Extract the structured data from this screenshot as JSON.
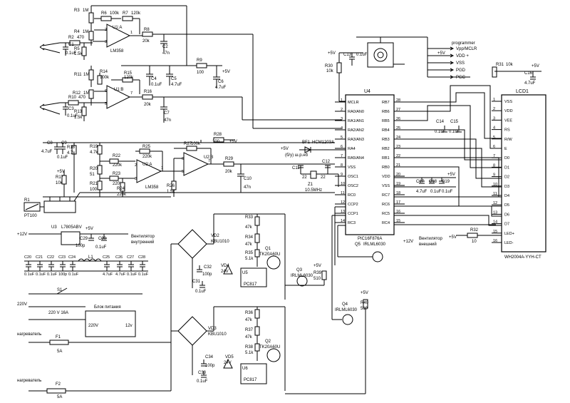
{
  "ic_u4": {
    "name": "U4",
    "part": "PIC16F876A",
    "left_pins": [
      {
        "n": "1",
        "label": "MCLR"
      },
      {
        "n": "2",
        "label": "RA0/AN0"
      },
      {
        "n": "3",
        "label": "RA1/AN1"
      },
      {
        "n": "4",
        "label": "RA2/AN2"
      },
      {
        "n": "5",
        "label": "RA3/AN3"
      },
      {
        "n": "6",
        "label": "RA4"
      },
      {
        "n": "7",
        "label": "RA5/AN4"
      },
      {
        "n": "8",
        "label": "VSS"
      },
      {
        "n": "9",
        "label": "OSC1"
      },
      {
        "n": "10",
        "label": "OSC2"
      },
      {
        "n": "11",
        "label": "RC0"
      },
      {
        "n": "12",
        "label": "CCP2"
      },
      {
        "n": "13",
        "label": "CCP1"
      },
      {
        "n": "14",
        "label": "RC3"
      }
    ],
    "right_pins": [
      {
        "n": "28",
        "label": "RB7"
      },
      {
        "n": "27",
        "label": "RB6"
      },
      {
        "n": "26",
        "label": "RB5"
      },
      {
        "n": "25",
        "label": "RB4"
      },
      {
        "n": "24",
        "label": "RB3"
      },
      {
        "n": "23",
        "label": "RB2"
      },
      {
        "n": "22",
        "label": "RB1"
      },
      {
        "n": "21",
        "label": "RB0"
      },
      {
        "n": "20",
        "label": "VDD"
      },
      {
        "n": "19",
        "label": "VSS"
      },
      {
        "n": "18",
        "label": "RC7"
      },
      {
        "n": "17",
        "label": "RC6"
      },
      {
        "n": "16",
        "label": "RC5"
      },
      {
        "n": "15",
        "label": "RC4"
      }
    ]
  },
  "lcd1": {
    "name": "LCD1",
    "part": "WH2004A-YYH-CT",
    "pins": [
      {
        "n": "1",
        "label": "VSS"
      },
      {
        "n": "2",
        "label": "VDD"
      },
      {
        "n": "3",
        "label": "VEE"
      },
      {
        "n": "4",
        "label": "RS"
      },
      {
        "n": "5",
        "label": "R/W"
      },
      {
        "n": "6",
        "label": "E"
      },
      {
        "n": "7",
        "label": "D0"
      },
      {
        "n": "8",
        "label": "D1"
      },
      {
        "n": "9",
        "label": "D2"
      },
      {
        "n": "10",
        "label": "D3"
      },
      {
        "n": "11",
        "label": "D4"
      },
      {
        "n": "12",
        "label": "D5"
      },
      {
        "n": "13",
        "label": "D6"
      },
      {
        "n": "14",
        "label": "D7"
      },
      {
        "n": "15",
        "label": "LED+"
      },
      {
        "n": "16",
        "label": "LED-"
      }
    ]
  },
  "programmer": {
    "title": "programmer",
    "lines": [
      "Vpp/MCLR",
      "VDD +",
      "VSS",
      "PGD",
      "PGC"
    ]
  },
  "opamps": [
    {
      "name": "U1:A",
      "part": "LM358"
    },
    {
      "name": "U1:B"
    },
    {
      "name": "U2:A",
      "part": "LM358"
    },
    {
      "name": "U2:B"
    }
  ],
  "resistors": [
    {
      "ref": "R3",
      "val": "1M"
    },
    {
      "ref": "R6",
      "val": "100k"
    },
    {
      "ref": "R7",
      "val": "120k"
    },
    {
      "ref": "R4",
      "val": "1M"
    },
    {
      "ref": "R2",
      "val": "470"
    },
    {
      "ref": "R5",
      "val": "1.5k"
    },
    {
      "ref": "R8",
      "val": "20k"
    },
    {
      "ref": "R9",
      "val": "100"
    },
    {
      "ref": "R11",
      "val": "1M"
    },
    {
      "ref": "R14",
      "val": "100k"
    },
    {
      "ref": "R15",
      "val": "120k"
    },
    {
      "ref": "R12",
      "val": "1M"
    },
    {
      "ref": "R10",
      "val": "470"
    },
    {
      "ref": "R13",
      "val": "1.5k"
    },
    {
      "ref": "R16",
      "val": "20k"
    },
    {
      "ref": "R18",
      "val": "4.7k"
    },
    {
      "ref": "R19",
      "val": "4.7k"
    },
    {
      "ref": "R22",
      "val": "220k"
    },
    {
      "ref": "R25",
      "val": "220k"
    },
    {
      "ref": "R20",
      "val": "51"
    },
    {
      "ref": "R23",
      "val": "220k"
    },
    {
      "ref": "R21",
      "val": "100"
    },
    {
      "ref": "R24",
      "val": "220k"
    },
    {
      "ref": "R27",
      "val": "100k"
    },
    {
      "ref": "R26",
      "val": "1.5k"
    },
    {
      "ref": "R28",
      "val": "100"
    },
    {
      "ref": "R29",
      "val": "20k"
    },
    {
      "ref": "R17",
      "val": "10k"
    },
    {
      "ref": "R30",
      "val": "10k"
    },
    {
      "ref": "R31",
      "val": "10k"
    },
    {
      "ref": "R32",
      "val": "10"
    },
    {
      "ref": "R33",
      "val": "47k"
    },
    {
      "ref": "R34",
      "val": "47k"
    },
    {
      "ref": "R35",
      "val": "5.1k"
    },
    {
      "ref": "R36",
      "val": "47k"
    },
    {
      "ref": "R37",
      "val": "47k"
    },
    {
      "ref": "R38",
      "val": "5.1k"
    },
    {
      "ref": "R39",
      "val": "510"
    },
    {
      "ref": "R40",
      "val": "510"
    }
  ],
  "capacitors": [
    {
      "ref": "C1",
      "val": "0.1uF"
    },
    {
      "ref": "C2",
      "val": "47n"
    },
    {
      "ref": "C3",
      "val": "0.1uF"
    },
    {
      "ref": "C4",
      "val": "0.1uF"
    },
    {
      "ref": "C5",
      "val": "4.7uF"
    },
    {
      "ref": "C6",
      "val": "4.7uF"
    },
    {
      "ref": "C7",
      "val": "47n"
    },
    {
      "ref": "C8",
      "val": "4.7uF"
    },
    {
      "ref": "C9",
      "val": "0.1uF"
    },
    {
      "ref": "C10",
      "val": "47n"
    },
    {
      "ref": "C11",
      "val": "22"
    },
    {
      "ref": "C12",
      "val": "22"
    },
    {
      "ref": "C13",
      "val": "0.1uF"
    },
    {
      "ref": "C14",
      "val": "0.1uF"
    },
    {
      "ref": "C15",
      "val": "0.1uF"
    },
    {
      "ref": "C16",
      "val": "4.7uF"
    },
    {
      "ref": "C17",
      "val": "4.7uF"
    },
    {
      "ref": "C18",
      "val": "0.1uF"
    },
    {
      "ref": "C19",
      "val": "0.1uF"
    },
    {
      "ref": "C20",
      "val": "0.1uF"
    },
    {
      "ref": "C21",
      "val": "0.1uF"
    },
    {
      "ref": "C22",
      "val": "0.1uF"
    },
    {
      "ref": "C23",
      "val": "100p"
    },
    {
      "ref": "C24",
      "val": "0.1uF"
    },
    {
      "ref": "C25",
      "val": "4.7uF"
    },
    {
      "ref": "C26",
      "val": "4.7uF"
    },
    {
      "ref": "C27",
      "val": "0.1uF"
    },
    {
      "ref": "C28",
      "val": "0.1uF"
    },
    {
      "ref": "C29",
      "val": "100p"
    },
    {
      "ref": "C30",
      "val": "0.1uF"
    },
    {
      "ref": "C31",
      "val": "0.1uF"
    },
    {
      "ref": "C32",
      "val": "100p"
    },
    {
      "ref": "C33",
      "val": "0.1uF"
    },
    {
      "ref": "C34",
      "val": "100p"
    }
  ],
  "misc": {
    "bf1_ref": "BF1",
    "bf1_part": "HCM1203A",
    "buzzer_note": "(б/у) ш.р.нб",
    "xtal_ref": "Z1",
    "xtal_val": "10.5MHz",
    "r1_ref": "R1",
    "r1_part": "PT100",
    "u3_ref": "U3",
    "u3_part": "L7805ABV",
    "l1_ref": "L1",
    "vd2_ref": "VD2",
    "vd2_part": "KBU1010",
    "vd3_ref": "VD3",
    "vd3_part": "KBU1010",
    "vd4_ref": "VD4",
    "vd4_val": "24V",
    "vd5_ref": "VD5",
    "vd5_val": "24V",
    "u5_ref": "U5",
    "u5_part": "PC817",
    "u6_ref": "U6",
    "u6_part": "PC817",
    "q1_ref": "Q1",
    "q1_part": "TK20A60U",
    "q2_ref": "Q2",
    "q2_part": "TK20A60U",
    "q3_ref": "Q3",
    "q3_part": "IRLML6030",
    "q4_ref": "Q4",
    "q4_part": "IRLML6030",
    "q5_ref": "Q5",
    "q5_part": "IRLML6030",
    "s1_ref": "S1",
    "s1_val": "220 V 16A",
    "f1_ref": "F1",
    "f1_val": "5A",
    "f2_ref": "F2",
    "f2_val": "5A",
    "psu_title": "Блок питания",
    "psu_in": "220V",
    "psu_out": "12v",
    "fan_inner_1": "Вентилятор",
    "fan_inner_2": "внутренний",
    "fan_outer_1": "Вентилятор",
    "fan_outer_2": "внешний",
    "heater": "нагреватель",
    "mains": "220V",
    "v12": "+12V",
    "v5": "+5V"
  }
}
